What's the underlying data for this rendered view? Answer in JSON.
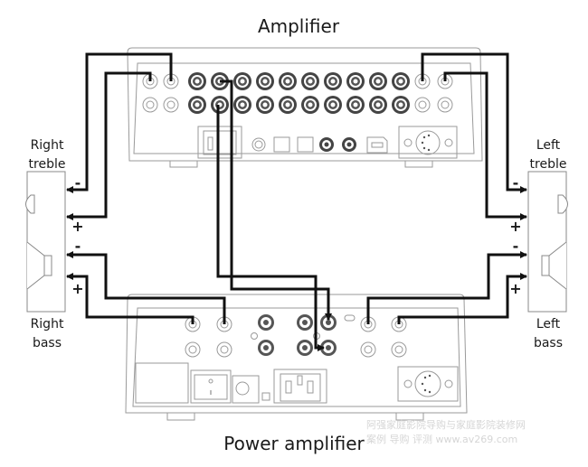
{
  "diagram": {
    "type": "wiring-diagram",
    "title_top": "Amplifier",
    "title_bottom": "Power amplifier",
    "speakers": {
      "right_treble": {
        "line1": "Right",
        "line2": "treble"
      },
      "right_bass": {
        "line1": "Right",
        "line2": "bass"
      },
      "left_treble": {
        "line1": "Left",
        "line2": "treble"
      },
      "left_bass": {
        "line1": "Left",
        "line2": "bass"
      }
    },
    "polarity": {
      "right_treble_neg": "-",
      "right_treble_pos": "+",
      "right_bass_neg": "-",
      "right_bass_pos": "+",
      "left_treble_neg": "-",
      "left_treble_pos": "+",
      "left_bass_neg": "-",
      "left_bass_pos": "+"
    },
    "connections": [
      {
        "from": "Amplifier right speaker terminal -",
        "to": "Right treble -"
      },
      {
        "from": "Amplifier right speaker terminal +",
        "to": "Right treble +"
      },
      {
        "from": "Amplifier left speaker terminal -",
        "to": "Left treble -"
      },
      {
        "from": "Amplifier left speaker terminal +",
        "to": "Left treble +"
      },
      {
        "from": "Power amplifier right terminal -",
        "to": "Right bass -"
      },
      {
        "from": "Power amplifier right terminal +",
        "to": "Right bass +"
      },
      {
        "from": "Power amplifier left terminal -",
        "to": "Left bass -"
      },
      {
        "from": "Power amplifier left terminal +",
        "to": "Left bass +"
      },
      {
        "from": "Amplifier pre-out",
        "to": "Power amplifier input"
      }
    ],
    "watermark": {
      "line1": "阿强家庭影院导购与家庭影院装修网",
      "line2": "案例  导购  评测   www.av269.com"
    }
  }
}
